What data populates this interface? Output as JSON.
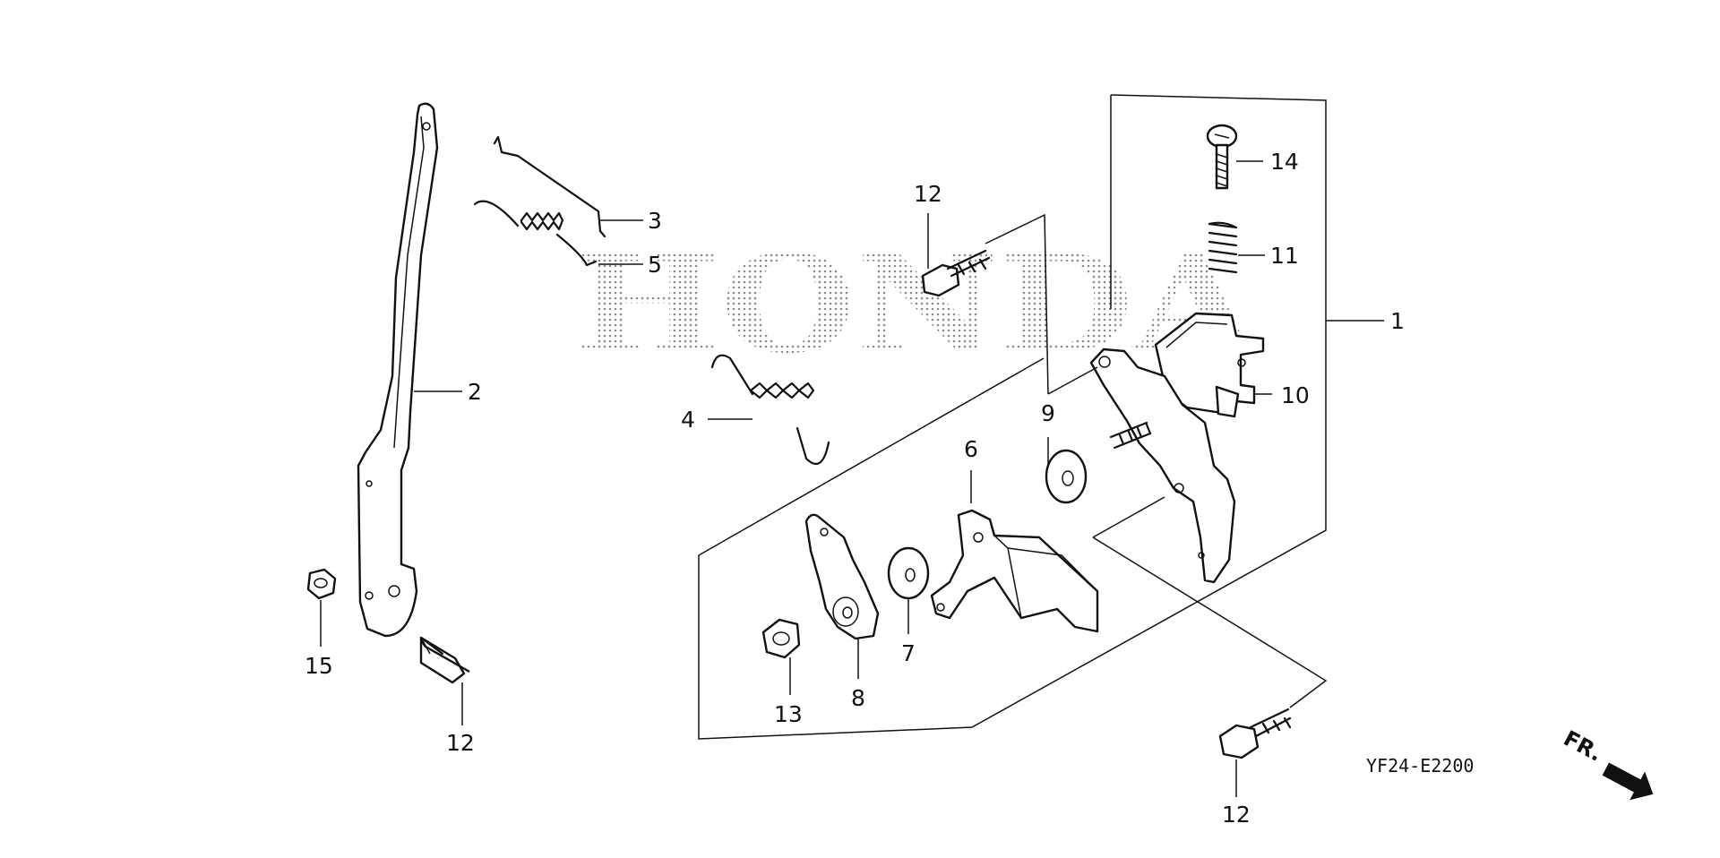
{
  "watermark": {
    "text": "HONDA",
    "color": "#9a9a9a"
  },
  "part_labels": [
    {
      "id": "label-1",
      "text": "1"
    },
    {
      "id": "label-2",
      "text": "2"
    },
    {
      "id": "label-3",
      "text": "3"
    },
    {
      "id": "label-4",
      "text": "4"
    },
    {
      "id": "label-5",
      "text": "5"
    },
    {
      "id": "label-6",
      "text": "6"
    },
    {
      "id": "label-7",
      "text": "7"
    },
    {
      "id": "label-8",
      "text": "8"
    },
    {
      "id": "label-9",
      "text": "9"
    },
    {
      "id": "label-10",
      "text": "10"
    },
    {
      "id": "label-11",
      "text": "11"
    },
    {
      "id": "label-12-top",
      "text": "12"
    },
    {
      "id": "label-12-bottom",
      "text": "12"
    },
    {
      "id": "label-13",
      "text": "13"
    },
    {
      "id": "label-14",
      "text": "14"
    },
    {
      "id": "label-15",
      "text": "15"
    },
    {
      "id": "label-16",
      "text": "16"
    }
  ],
  "diagram_code": "YF24-E2200",
  "direction_indicator": {
    "text": "FR.",
    "icon": "arrow-right-down-icon"
  }
}
